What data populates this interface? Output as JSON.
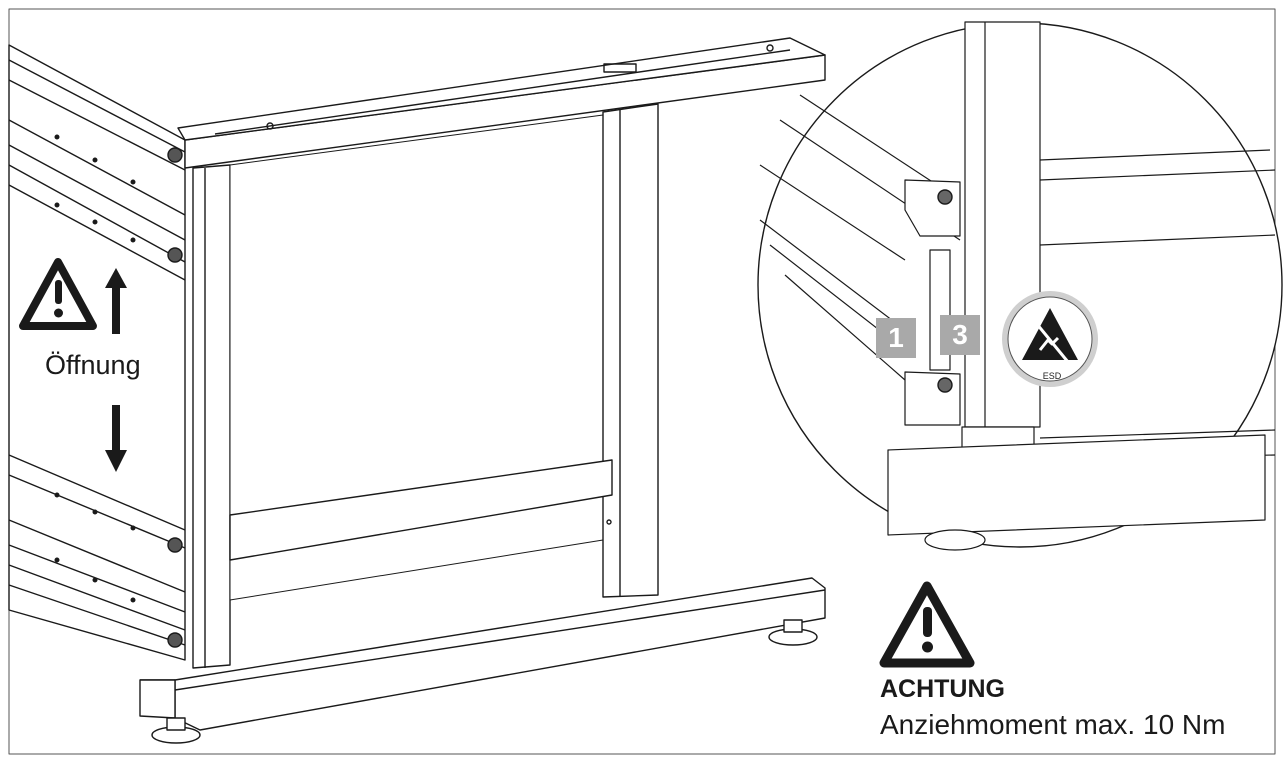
{
  "labels": {
    "opening": "Öffnung",
    "warning_heading": "ACHTUNG",
    "torque_note": "Anziehmoment max. 10 Nm",
    "esd_symbol": "ESD"
  },
  "steps": {
    "first": "1",
    "third": "3"
  },
  "icons": {
    "warning": "warning-triangle-icon",
    "arrow_up": "arrow-up-icon",
    "arrow_down": "arrow-down-icon",
    "esd": "esd-hand-icon"
  },
  "colors": {
    "line": "#1a1a1a",
    "step_badge": "#a9a9a9",
    "esd_disc": "#cfcfcf"
  }
}
